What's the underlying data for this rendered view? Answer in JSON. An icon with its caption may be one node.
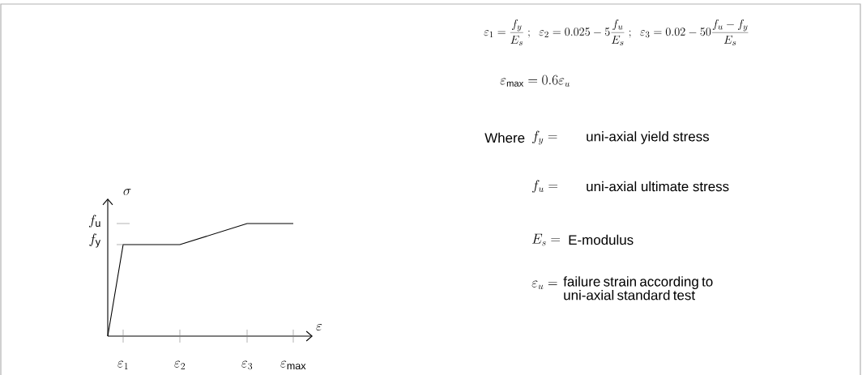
{
  "diagram": {
    "labels": [
      "\\varepsilon_1=\\frac{f_y}{E_s}\\;;\\;\\;\\varepsilon_2=0.025-5\\frac{f_u}{E_s}\\;;\\;\\;\\varepsilon_3=0.02-50\\frac{f_u-f_y}{E_s}",
      "\\varepsilon_{\\max}=0.6\\varepsilon_u",
      "Where",
      "f_y=",
      "uni-axial yield stress",
      "f_u=",
      "uni-axial ultimate stress",
      "E_s=",
      "E-modulus",
      "\\varepsilon_u=",
      "failure strain according to uni-axial standard test",
      "\\sigma",
      "f_{\\mathrm{u}}",
      "f_{\\mathrm{y}}",
      "\\varepsilon",
      "\\varepsilon_{1}",
      "\\varepsilon_{2}",
      "\\varepsilon_{3}",
      "\\varepsilon_{\\mathrm{max}}"
    ]
  }
}
